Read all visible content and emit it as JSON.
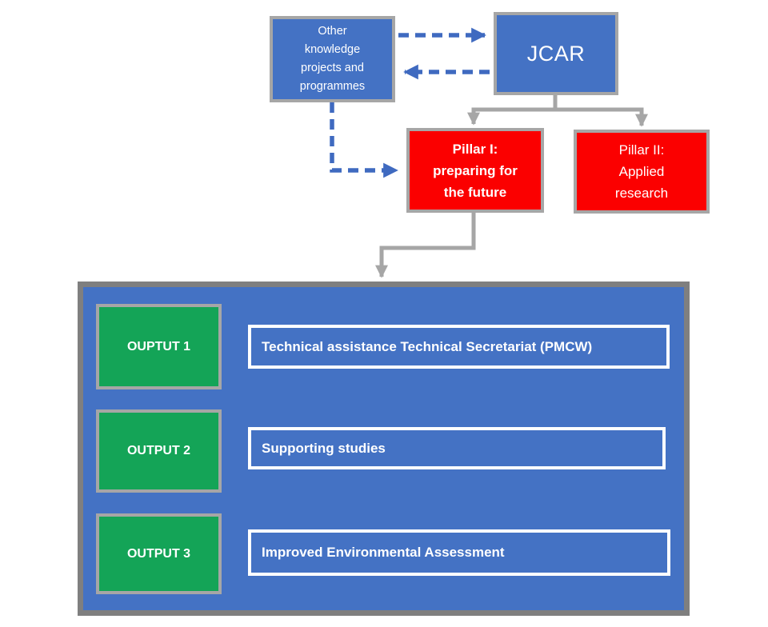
{
  "colors": {
    "blue": "#4472C4",
    "red": "#FB0000",
    "green": "#14A457",
    "border_gray": "#A6A6A6",
    "container_border": "#7F7F7F",
    "connector_gray": "#A6A6A6",
    "dash_blue": "#3F6AC0",
    "text_white": "#FFFFFF"
  },
  "diagram": {
    "other_box": {
      "lines": [
        "Other",
        "knowledge",
        "projects and",
        "programmes"
      ]
    },
    "jcar_box": {
      "label": "JCAR"
    },
    "pillar1": {
      "lines": [
        "Pillar I:",
        "preparing for",
        "the future"
      ]
    },
    "pillar2": {
      "lines": [
        "Pillar II:",
        "Applied",
        "research"
      ]
    },
    "outputs": [
      {
        "label": "OUPTUT 1",
        "description": "Technical assistance Technical Secretariat  (PMCW)"
      },
      {
        "label": "OUTPUT 2",
        "description": "Supporting studies"
      },
      {
        "label": "OUTPUT 3",
        "description": "Improved Environmental Assessment"
      }
    ]
  }
}
